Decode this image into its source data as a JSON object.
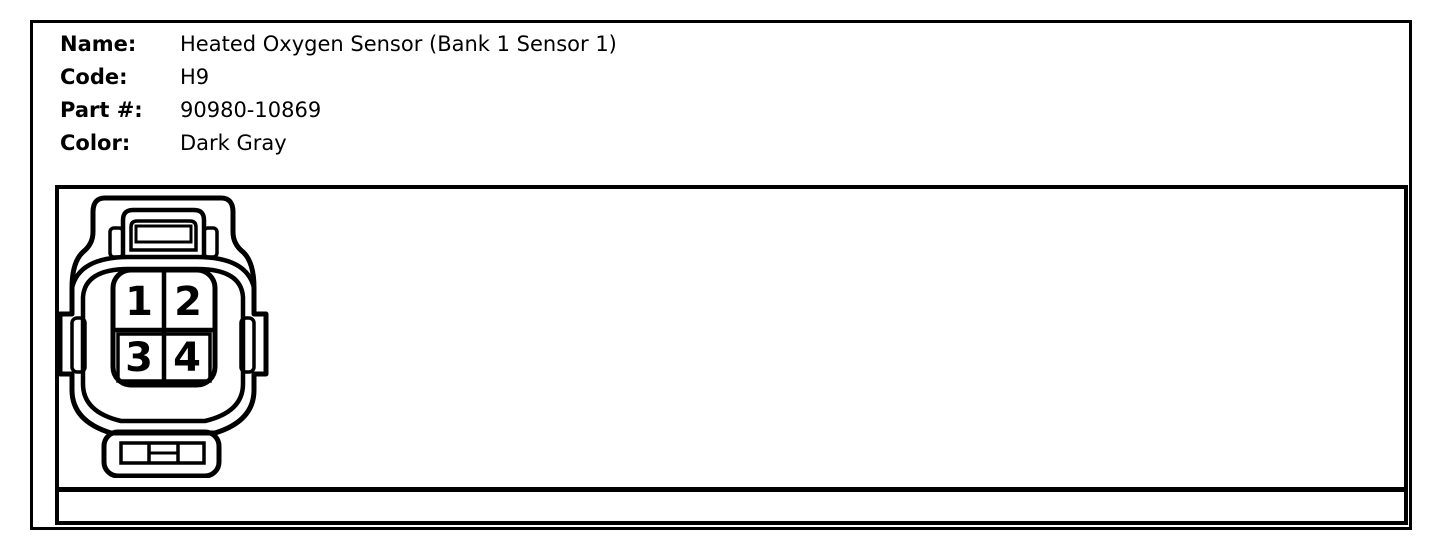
{
  "card": {
    "fields": [
      {
        "label": "Name:",
        "value": "Heated Oxygen Sensor (Bank 1 Sensor 1)"
      },
      {
        "label": "Code:",
        "value": "H9"
      },
      {
        "label": "Part #:",
        "value": "90980-10869"
      },
      {
        "label": "Color:",
        "value": "Dark Gray"
      }
    ],
    "connector": {
      "pins": [
        "1",
        "2",
        "3",
        "4"
      ]
    },
    "colors": {
      "ink": "#000000",
      "paper": "#ffffff"
    }
  }
}
